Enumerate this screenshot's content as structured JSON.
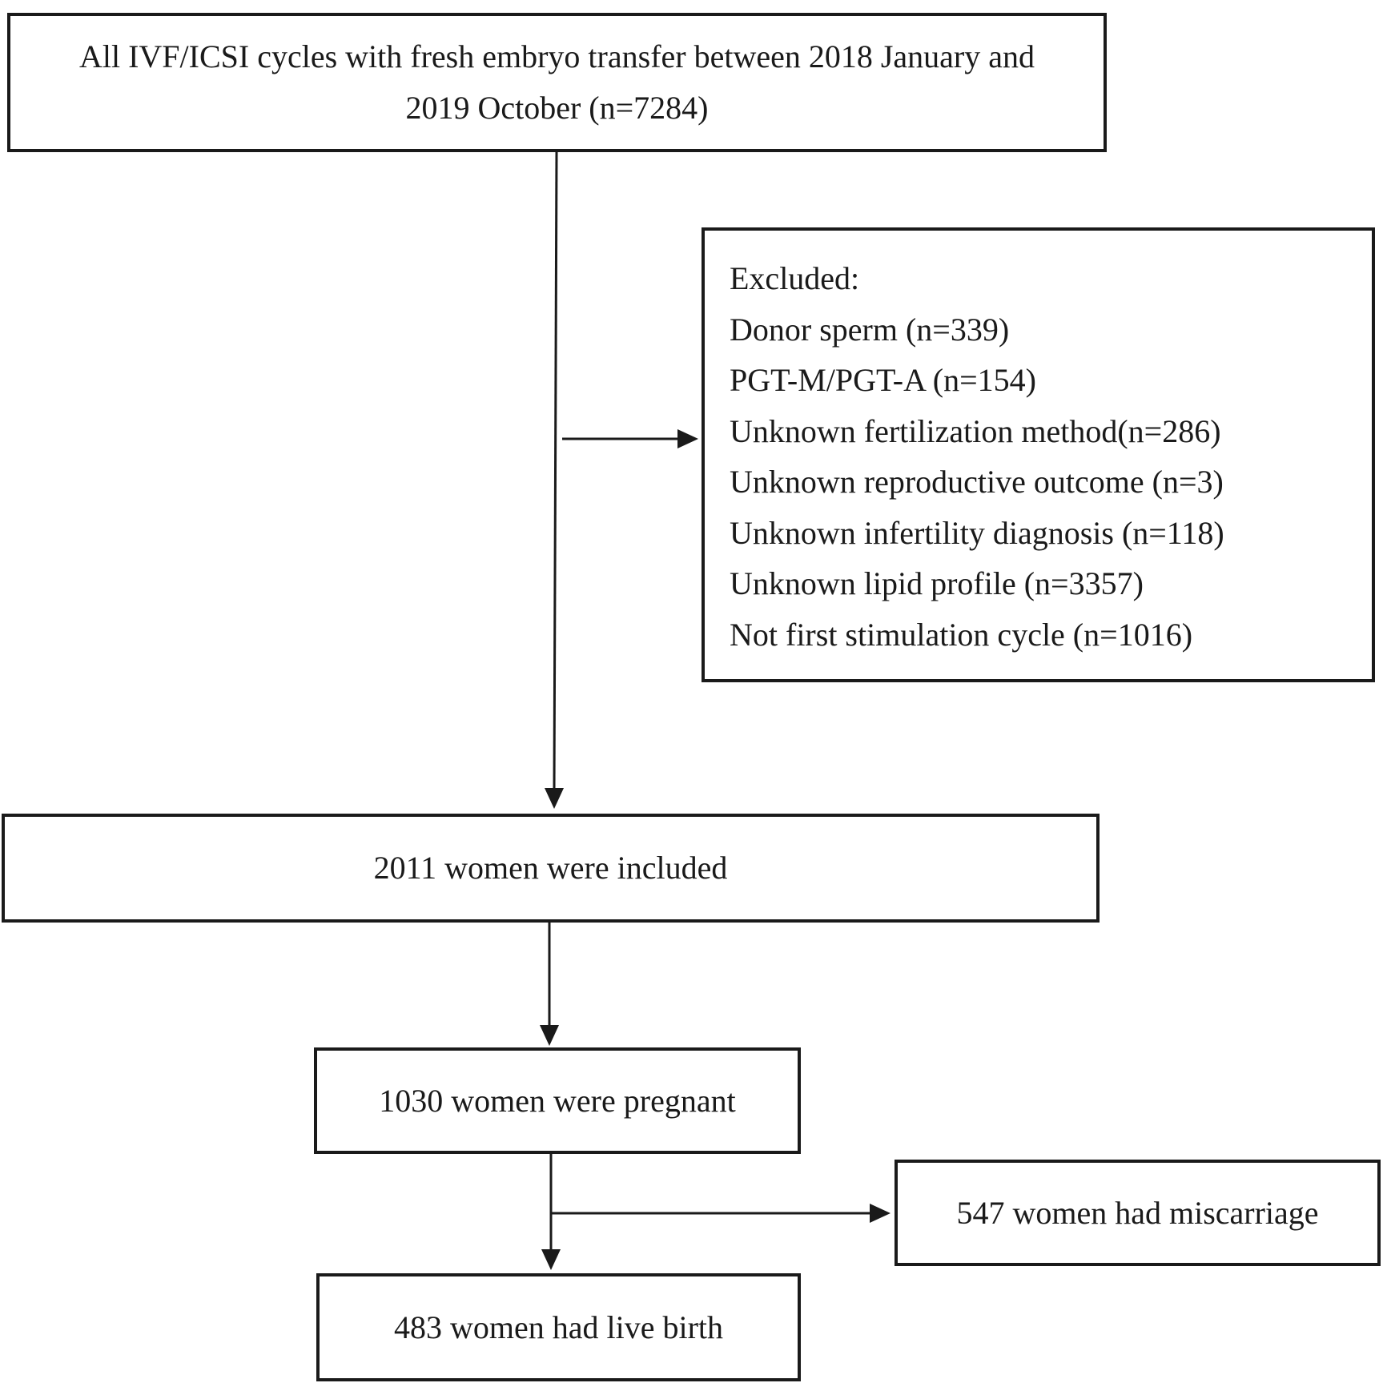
{
  "flowchart": {
    "start": {
      "line1": "All IVF/ICSI cycles with fresh embryo transfer between 2018 January and",
      "line2": "2019 October (n=7284)"
    },
    "excluded": {
      "heading": "Excluded:",
      "items": [
        "Donor sperm (n=339)",
        "PGT-M/PGT-A (n=154)",
        "Unknown fertilization method(n=286)",
        "Unknown reproductive outcome (n=3)",
        "Unknown infertility diagnosis (n=118)",
        "Unknown lipid profile (n=3357)",
        "Not first stimulation cycle (n=1016)"
      ]
    },
    "included": "2011 women were included",
    "pregnant": "1030 women were pregnant",
    "miscarriage": "547 women had miscarriage",
    "live_birth": "483 women had live birth"
  },
  "colors": {
    "line": "#1a1a1a",
    "background": "#ffffff"
  }
}
